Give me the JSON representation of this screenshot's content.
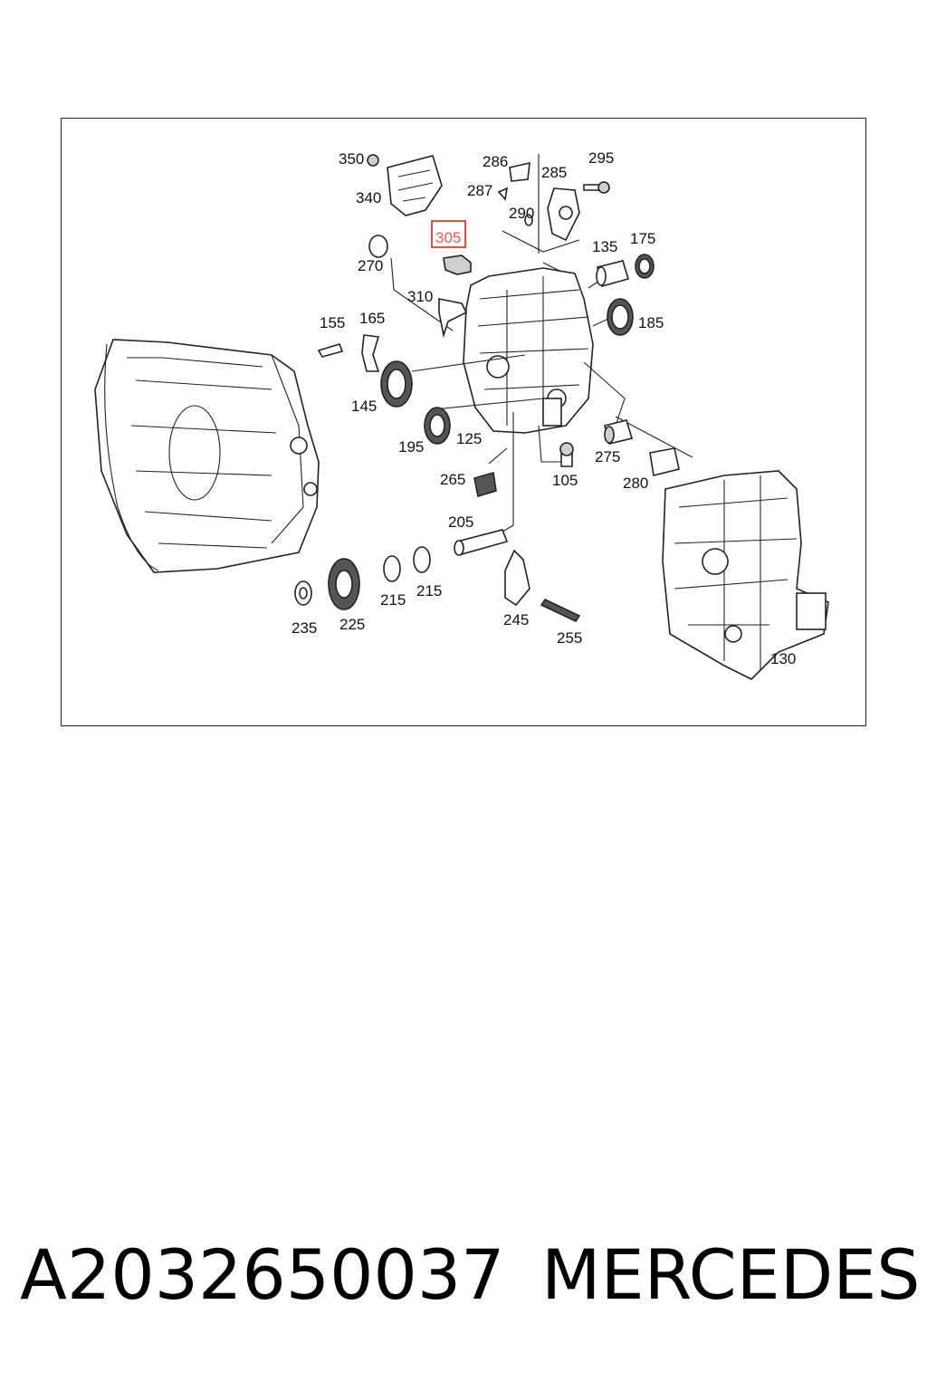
{
  "diagram": {
    "labels": [
      "350",
      "340",
      "286",
      "287",
      "285",
      "295",
      "290",
      "305",
      "270",
      "310",
      "135",
      "175",
      "155",
      "165",
      "185",
      "145",
      "195",
      "125",
      "275",
      "105",
      "265",
      "280",
      "205",
      "215",
      "215",
      "235",
      "225",
      "245",
      "255",
      "130"
    ],
    "highlighted_label": "305",
    "highlight_color": "#e02020"
  },
  "caption": {
    "part_number": "A2032650037",
    "brand": "MERCEDES"
  }
}
